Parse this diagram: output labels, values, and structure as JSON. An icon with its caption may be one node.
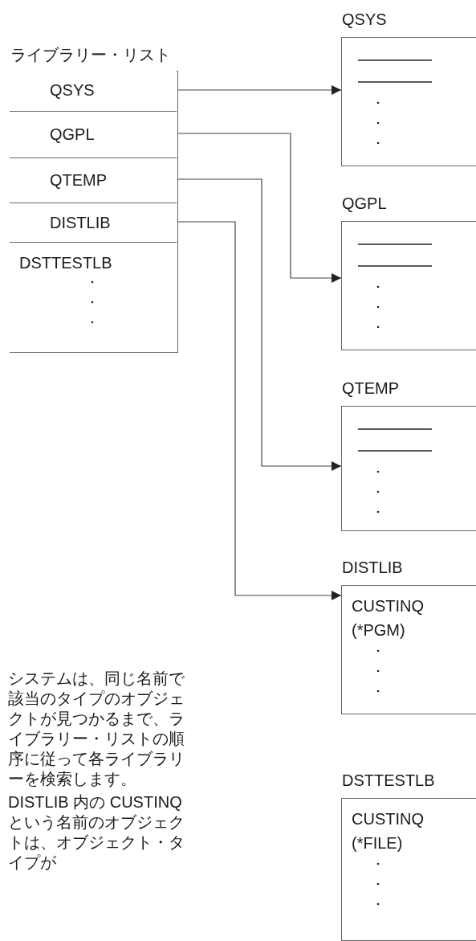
{
  "diagram": {
    "nodes": [
      {
        "text": [
          "ライブラリー・リスト"
        ]
      },
      {
        "text": [
          "QSYS"
        ],
        "in": 0
      },
      {
        "text": [
          "QGPL"
        ],
        "in": 0
      },
      {
        "text": [
          "QTEMP"
        ],
        "in": 0
      },
      {
        "text": [
          "DISTLIB"
        ],
        "in": 0
      },
      {
        "text": [
          "DSTTESTLB"
        ],
        "in": 0
      },
      {
        "text": [
          "QSYS"
        ]
      },
      {
        "text": [
          "QGPL"
        ]
      },
      {
        "text": [
          "QTEMP"
        ]
      },
      {
        "text": [
          "DISTLIB",
          "CUSTINQ (*PGM)"
        ]
      },
      {
        "text": [
          "DSTTESTLB",
          "CUSTINQ (*FILE)"
        ]
      }
    ],
    "edges": [
      {
        "from": 1,
        "to": 6,
        "arrow": "to"
      },
      {
        "from": 2,
        "to": 7,
        "arrow": "to"
      },
      {
        "from": 3,
        "to": 8,
        "arrow": "to"
      },
      {
        "from": 4,
        "to": 9,
        "arrow": "to"
      }
    ],
    "labels": [
      "システムは、同じ名前で該当のタイプのオブジェクトが見つかるまで、ライブラリー・リストの順序に従って各ライブラリーを検索します。",
      "DISTLIB 内の CUSTINQ という名前のオブジェクトは、オブジェクト・タイプが"
    ]
  }
}
